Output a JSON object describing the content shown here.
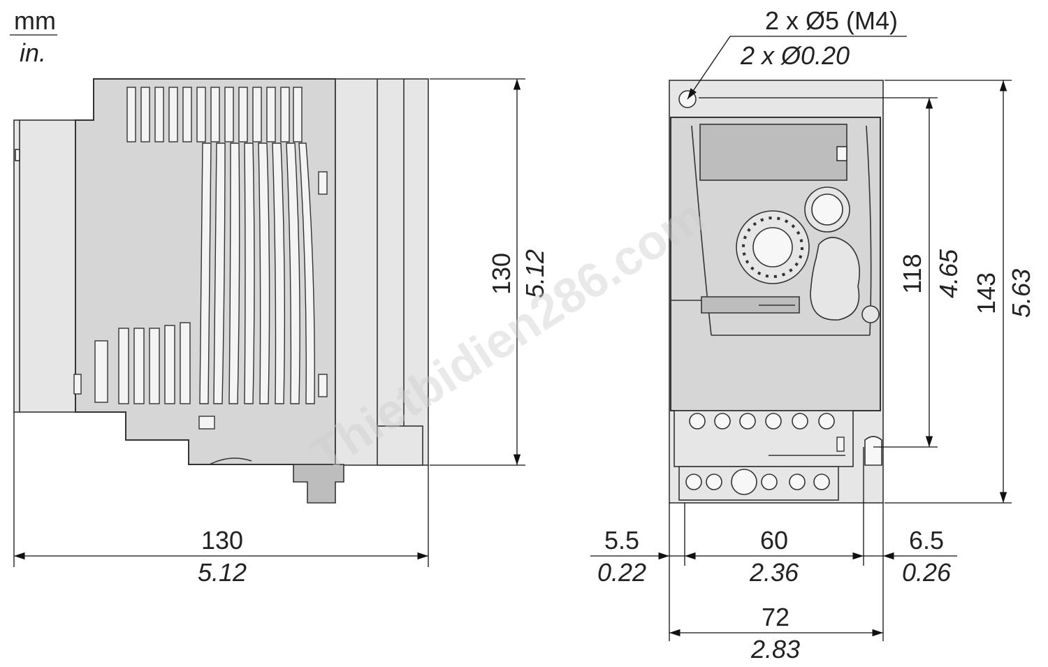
{
  "units": {
    "primary": "mm",
    "secondary": "in."
  },
  "mounting_holes": {
    "metric": "2 x Ø5 (M4)",
    "imperial": "2 x Ø0.20"
  },
  "side_view": {
    "height": {
      "mm": "130",
      "in": "5.12"
    },
    "depth": {
      "mm": "130",
      "in": "5.12"
    }
  },
  "front_view": {
    "mounting_height": {
      "mm": "118",
      "in": "4.65"
    },
    "overall_height": {
      "mm": "143",
      "in": "5.63"
    },
    "left_offset": {
      "mm": "5.5",
      "in": "0.22"
    },
    "mounting_width": {
      "mm": "60",
      "in": "2.36"
    },
    "right_offset": {
      "mm": "6.5",
      "in": "0.26"
    },
    "overall_width": {
      "mm": "72",
      "in": "2.83"
    }
  },
  "watermark": "Thietbidien286.com"
}
